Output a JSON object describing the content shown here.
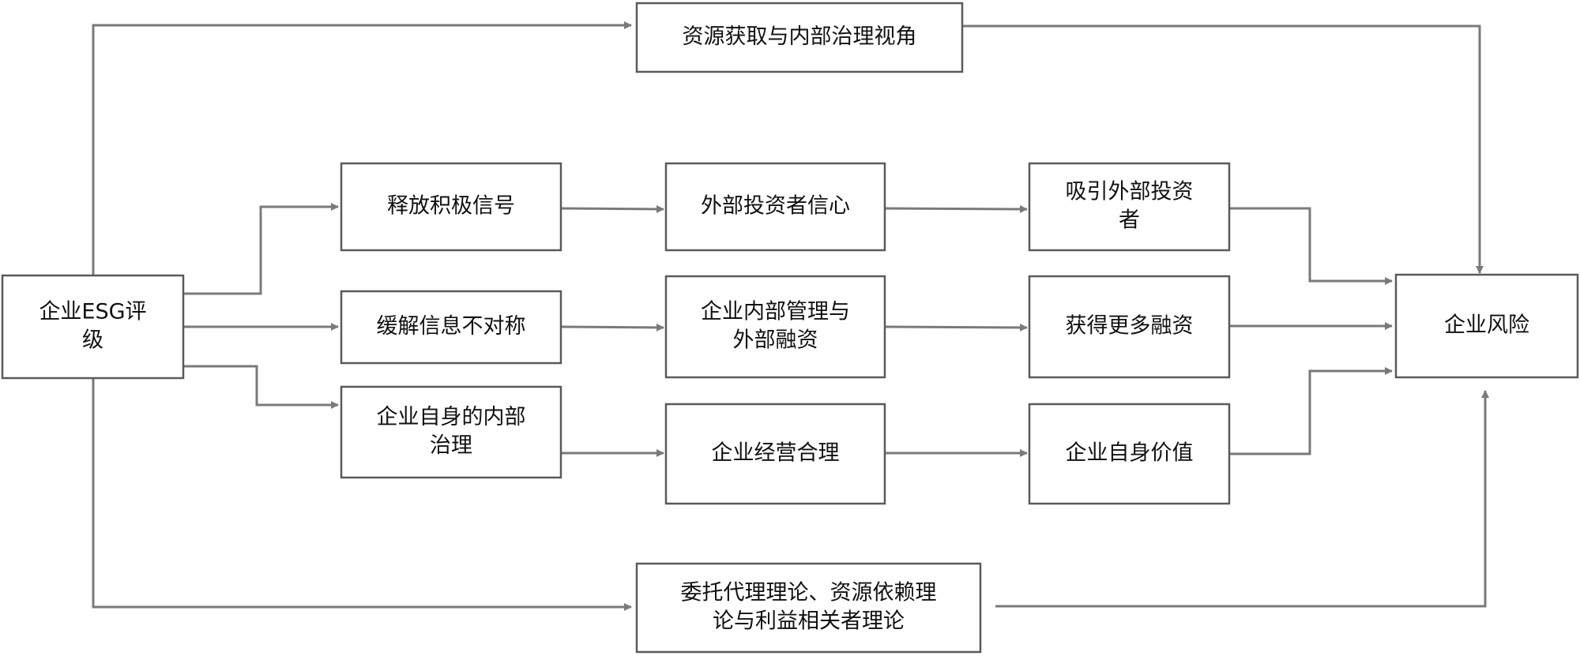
{
  "nodes": {
    "esg_rating": [
      "企业ESG评",
      "级"
    ],
    "resource_governance_view": [
      "资源获取与内部治理视角"
    ],
    "positive_signal": [
      "释放积极信号"
    ],
    "info_asymmetry": [
      "缓解信息不对称"
    ],
    "internal_governance": [
      "企业自身的内部",
      "治理"
    ],
    "investor_confidence": [
      "外部投资者信心"
    ],
    "mgmt_financing": [
      "企业内部管理与",
      "外部融资"
    ],
    "rational_operation": [
      "企业经营合理"
    ],
    "attract_investors": [
      "吸引外部投资",
      "者"
    ],
    "more_financing": [
      "获得更多融资"
    ],
    "self_value": [
      "企业自身价值"
    ],
    "enterprise_risk": [
      "企业风险"
    ],
    "theories": [
      "委托代理理论、资源依赖理",
      "论与利益相关者理论"
    ]
  },
  "colors": {
    "box_border": "#5a5a5a",
    "connector": "#7a7a7a",
    "text": "#111111",
    "background": "#ffffff"
  }
}
